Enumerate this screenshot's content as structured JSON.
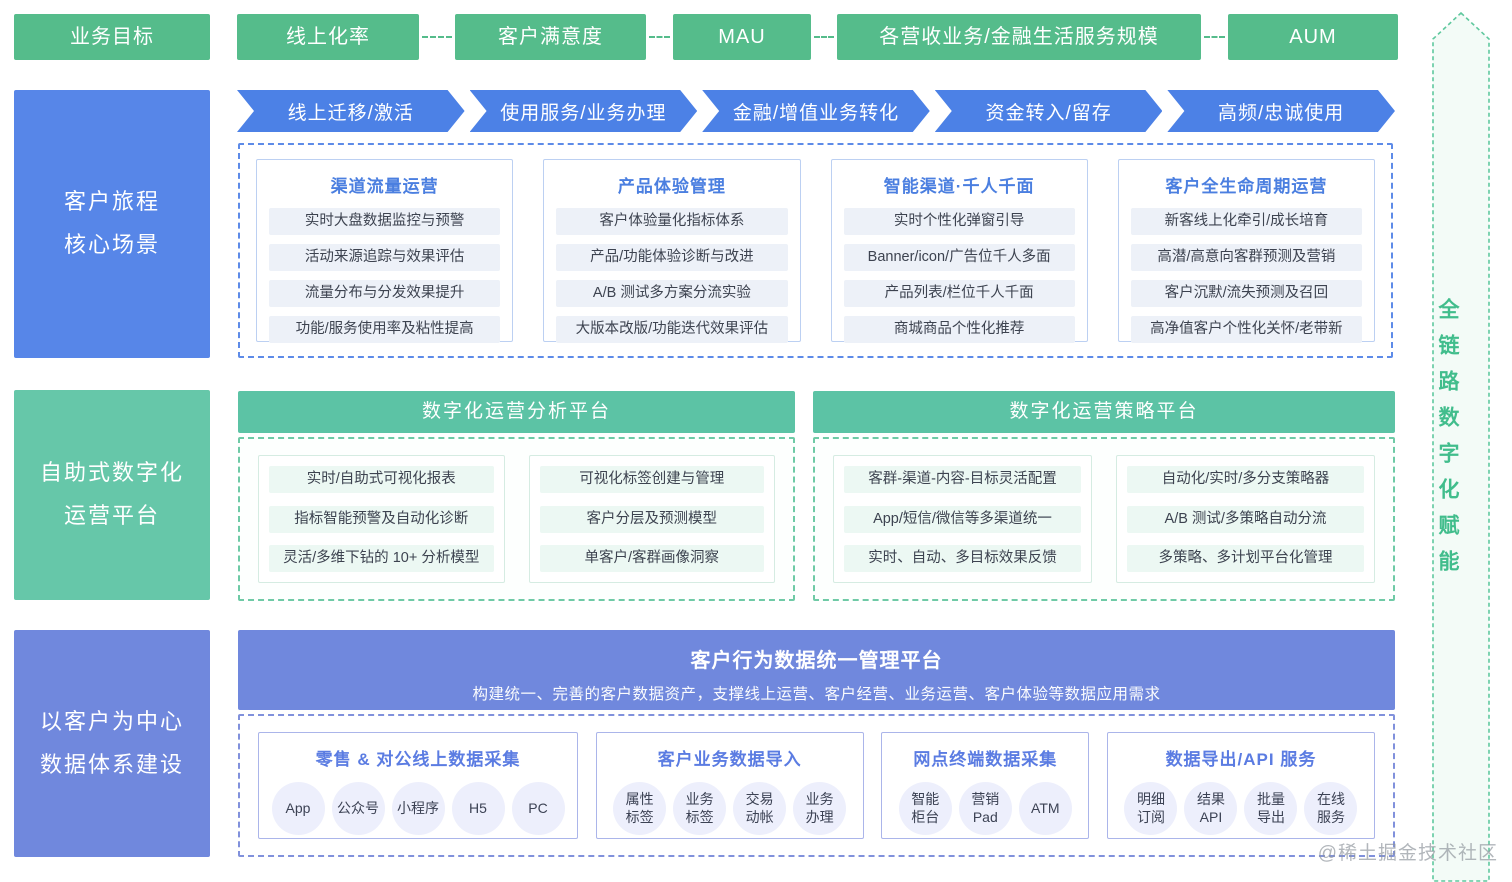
{
  "goals": {
    "primary": "业务目标",
    "metrics": [
      "线上化率",
      "客户满意度",
      "MAU",
      "各营收业务/金融生活服务规模",
      "AUM"
    ]
  },
  "journey": {
    "sidebar_line1": "客户旅程",
    "sidebar_line2": "核心场景",
    "stages": [
      "线上迁移/激活",
      "使用服务/业务办理",
      "金融/增值业务转化",
      "资金转入/留存",
      "高频/忠诚使用"
    ],
    "columns": [
      {
        "title": "渠道流量运营",
        "items": [
          "实时大盘数据监控与预警",
          "活动来源追踪与效果评估",
          "流量分布与分发效果提升",
          "功能/服务使用率及粘性提高"
        ]
      },
      {
        "title": "产品体验管理",
        "items": [
          "客户体验量化指标体系",
          "产品/功能体验诊断与改进",
          "A/B 测试多方案分流实验",
          "大版本改版/功能迭代效果评估"
        ]
      },
      {
        "title": "智能渠道·千人千面",
        "items": [
          "实时个性化弹窗引导",
          "Banner/icon/广告位千人多面",
          "产品列表/栏位千人千面",
          "商城商品个性化推荐"
        ]
      },
      {
        "title": "客户全生命周期运营",
        "items": [
          "新客线上化牵引/成长培育",
          "高潜/高意向客群预测及营销",
          "客户沉默/流失预测及召回",
          "高净值客户个性化关怀/老带新"
        ]
      }
    ]
  },
  "platform": {
    "sidebar_line1": "自助式数字化",
    "sidebar_line2": "运营平台",
    "analysis": {
      "title": "数字化运营分析平台",
      "left": [
        "实时/自助式可视化报表",
        "指标智能预警及自动化诊断",
        "灵活/多维下钻的 10+ 分析模型"
      ],
      "right": [
        "可视化标签创建与管理",
        "客户分层及预测模型",
        "单客户/客群画像洞察"
      ]
    },
    "strategy": {
      "title": "数字化运营策略平台",
      "left": [
        "客群-渠道-内容-目标灵活配置",
        "App/短信/微信等多渠道统一",
        "实时、自动、多目标效果反馈"
      ],
      "right": [
        "自动化/实时/多分支策略器",
        "A/B 测试/多策略自动分流",
        "多策略、多计划平台化管理"
      ]
    }
  },
  "data_system": {
    "sidebar_line1": "以客户为中心",
    "sidebar_line2": "数据体系建设",
    "header_title": "客户行为数据统一管理平台",
    "header_subtitle": "构建统一、完善的客户数据资产，支撑线上运营、客户经营、业务运营、客户体验等数据应用需求",
    "cards": [
      {
        "title": "零售 & 对公线上数据采集",
        "chips": [
          "App",
          "公众号",
          "小程序",
          "H5",
          "PC"
        ]
      },
      {
        "title": "客户业务数据导入",
        "chips": [
          "属性\n标签",
          "业务\n标签",
          "交易\n动帐",
          "业务\n办理"
        ]
      },
      {
        "title": "网点终端数据采集",
        "chips": [
          "智能\n柜台",
          "营销\nPad",
          "ATM"
        ]
      },
      {
        "title": "数据导出/API 服务",
        "chips": [
          "明细\n订阅",
          "结果\nAPI",
          "批量\n导出",
          "在线\n服务"
        ]
      }
    ]
  },
  "banner": {
    "text": "全链路数字化赋能"
  },
  "watermark": "@稀土掘金技术社区",
  "colors": {
    "green": "#55bc8b",
    "teal": "#5cc3a5",
    "blue": "#4c81e6",
    "periwinkle": "#7088dd",
    "banner_green": "#41bd8c"
  }
}
